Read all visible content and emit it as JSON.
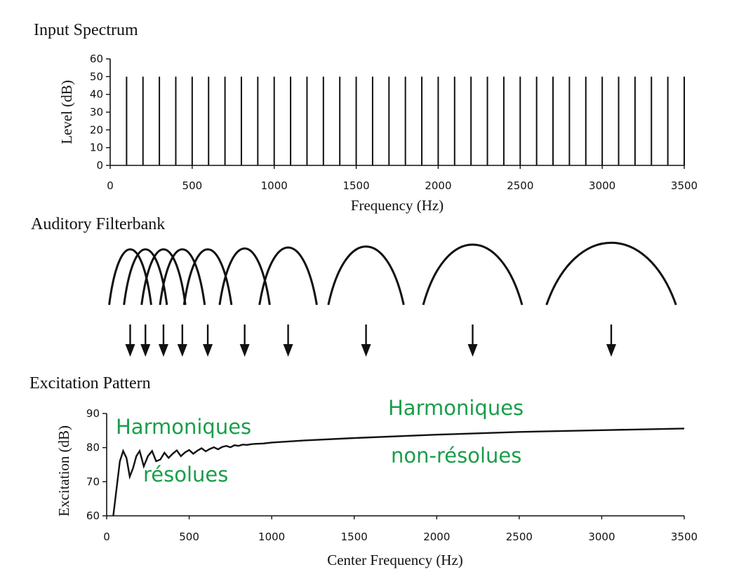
{
  "colors": {
    "ink": "#111111",
    "annotation": "#1a9e4a"
  },
  "chart_data": [
    {
      "type": "bar",
      "title": "Input Spectrum",
      "xlabel": "Frequency (Hz)",
      "ylabel": "Level (dB)",
      "xlim": [
        0,
        3500
      ],
      "ylim": [
        0,
        60
      ],
      "xticks": [
        "0",
        "500",
        "1000",
        "1500",
        "2000",
        "2500",
        "3000",
        "3500"
      ],
      "yticks": [
        "0",
        "10",
        "20",
        "30",
        "40",
        "50",
        "60"
      ],
      "x": [
        100,
        200,
        300,
        400,
        500,
        600,
        700,
        800,
        900,
        1000,
        1100,
        1200,
        1300,
        1400,
        1500,
        1600,
        1700,
        1800,
        1900,
        2000,
        2100,
        2200,
        2300,
        2400,
        2500,
        2600,
        2700,
        2800,
        2900,
        3000,
        3100,
        3200,
        3300,
        3400,
        3500
      ],
      "y": [
        50,
        50,
        50,
        50,
        50,
        50,
        50,
        50,
        50,
        50,
        50,
        50,
        50,
        50,
        50,
        50,
        50,
        50,
        50,
        50,
        50,
        50,
        50,
        50,
        50,
        50,
        50,
        50,
        50,
        50,
        50,
        50,
        50,
        50,
        50
      ]
    },
    {
      "type": "diagram",
      "title": "Auditory Filterbank",
      "center_frequencies": [
        122,
        215,
        325,
        440,
        595,
        820,
        1085,
        1560,
        2210,
        3055
      ],
      "bandwidths": [
        155,
        160,
        165,
        170,
        185,
        200,
        240,
        340,
        470,
        640
      ],
      "peak_heights": [
        0.42,
        0.42,
        0.42,
        0.42,
        0.42,
        0.43,
        0.44,
        0.45,
        0.47,
        0.49
      ]
    },
    {
      "type": "line",
      "title": "Excitation Pattern",
      "xlabel": "Center Frequency (Hz)",
      "ylabel": "Excitation (dB)",
      "xlim": [
        0,
        3500
      ],
      "ylim": [
        60,
        90
      ],
      "xticks": [
        "0",
        "500",
        "1000",
        "1500",
        "2000",
        "2500",
        "3000",
        "3500"
      ],
      "yticks": [
        "60",
        "70",
        "80",
        "90"
      ],
      "series": [
        {
          "x": [
            40,
            60,
            80,
            100,
            120,
            140,
            160,
            180,
            200,
            225,
            250,
            275,
            300,
            325,
            350,
            375,
            400,
            425,
            450,
            475,
            500,
            525,
            550,
            575,
            600,
            625,
            650,
            675,
            700,
            725,
            750,
            775,
            800,
            825,
            850,
            875,
            900,
            950,
            1000,
            1100,
            1200,
            1500,
            2000,
            2500,
            3000,
            3500
          ],
          "y": [
            60,
            68,
            76,
            79,
            77,
            71.5,
            74,
            77.5,
            79,
            74.5,
            77.5,
            79,
            76,
            76.5,
            78.5,
            77,
            78.2,
            79.2,
            77.5,
            78.6,
            79.3,
            78.2,
            79.1,
            79.8,
            78.9,
            79.6,
            80.1,
            79.5,
            80.2,
            80.5,
            80.1,
            80.7,
            80.5,
            80.9,
            80.8,
            81.0,
            81.1,
            81.2,
            81.5,
            81.8,
            82.1,
            82.8,
            83.8,
            84.6,
            85.1,
            85.6
          ]
        }
      ],
      "annotations": [
        {
          "line1": "Harmoniques",
          "line2": "résolues"
        },
        {
          "line1": "Harmoniques",
          "line2": "non-résolues"
        }
      ]
    }
  ]
}
